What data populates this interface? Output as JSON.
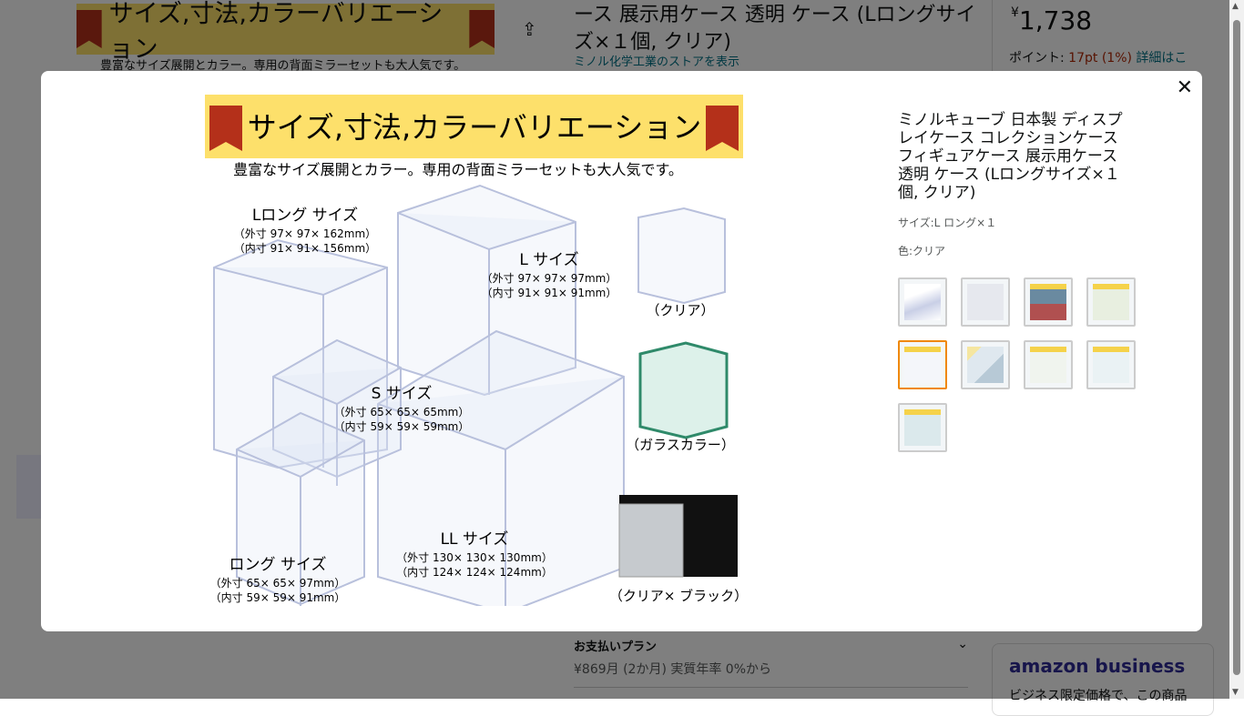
{
  "background": {
    "banner_title": "サイズ,寸法,カラーバリエーション",
    "banner_sub": "豊富なサイズ展開とカラー。専用の背面ミラーセットも大人気です。",
    "title": "ース 展示用ケース 透明 ケース (Lロングサイズ×１個, クリア)",
    "store_link": "ミノル化学工業のストアを表示",
    "price_symbol": "¥",
    "price": "1,738",
    "points_label": "ポイント: ",
    "points": "17pt",
    "points_pct": "(1%)",
    "points_link": "詳細はこ",
    "payment_title": "お支払いプラン",
    "payment_detail": "¥869月 (2か月) 実質年率 0%から",
    "business_logo": "amazon business",
    "business_text": "ビジネス限定価格で、この商品"
  },
  "modal": {
    "close": "✕",
    "product_title": "ミノルキューブ 日本製 ディスプレイケース コレクションケース フィギュアケース 展示用ケース 透明 ケース (Lロングサイズ×１個, クリア)",
    "size": "サイズ:L ロング×１",
    "color": "色:クリア",
    "selected_thumbnail": 5,
    "image": {
      "title": "サイズ,寸法,カラーバリエーション",
      "subtitle": "豊富なサイズ展開とカラー。専用の背面ミラーセットも大人気です。",
      "lr": {
        "name": "Lロング サイズ",
        "outer": "（外寸 97× 97× 162mm）",
        "inner": "（内寸 91× 91× 156mm）"
      },
      "l": {
        "name": "L サイズ",
        "outer": "（外寸 97× 97× 97mm）",
        "inner": "（内寸 91× 91× 91mm）"
      },
      "s": {
        "name": "S サイズ",
        "outer": "（外寸 65× 65× 65mm）",
        "inner": "（内寸 59× 59× 59mm）"
      },
      "ll": {
        "name": "LL サイズ",
        "outer": "（外寸 130× 130× 130mm）",
        "inner": "（内寸 124× 124× 124mm）"
      },
      "long": {
        "name": "ロング サイズ",
        "outer": "（外寸 65× 65× 97mm）",
        "inner": "（内寸 59× 59× 91mm）"
      },
      "c1": "（クリア）",
      "c2": "（ガラスカラー）",
      "c3": "（クリア× ブラック）"
    }
  }
}
